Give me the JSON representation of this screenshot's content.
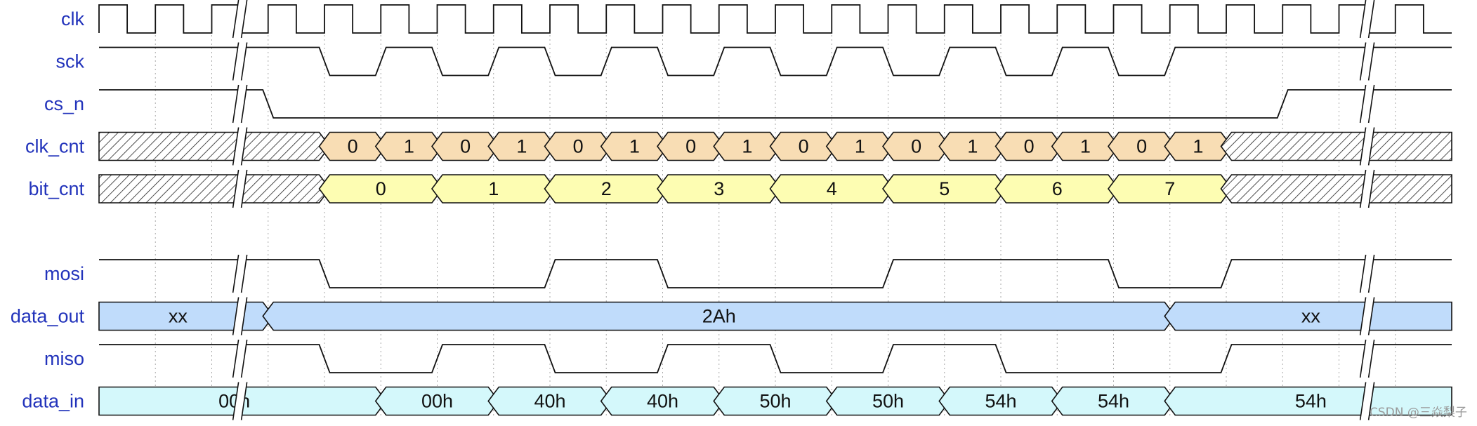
{
  "diagram": {
    "time_steps": 24,
    "break_step": 2.5,
    "break_step_end": 22.5,
    "colors": {
      "label": "#2233bb",
      "wire": "#111111",
      "grid": "#a8a8a8",
      "clk_cnt_fill": "#f8ddb4",
      "bit_cnt_fill": "#fdfdb2",
      "data_out_fill": "#c0dcfb",
      "data_in_fill": "#d4f8fb",
      "hatch_fill": "#ffffff",
      "watermark": "#9a9a9a"
    },
    "signals": [
      {
        "name": "clk",
        "type": "clock",
        "row": 0
      },
      {
        "name": "sck",
        "type": "wave",
        "row": 1,
        "start": 1,
        "edges": [
          4,
          5,
          6,
          7,
          8,
          9,
          10,
          11,
          12,
          13,
          14,
          15,
          16,
          17,
          18,
          19
        ]
      },
      {
        "name": "cs_n",
        "type": "wave",
        "row": 2,
        "start": 1,
        "edges": [
          3,
          21
        ]
      },
      {
        "name": "clk_cnt",
        "type": "bus",
        "row": 3,
        "fill": "clk_cnt_fill",
        "segments": [
          {
            "from": 0,
            "to": 4,
            "hatch": true
          },
          {
            "from": 4,
            "to": 5,
            "label": "0"
          },
          {
            "from": 5,
            "to": 6,
            "label": "1"
          },
          {
            "from": 6,
            "to": 7,
            "label": "0"
          },
          {
            "from": 7,
            "to": 8,
            "label": "1"
          },
          {
            "from": 8,
            "to": 9,
            "label": "0"
          },
          {
            "from": 9,
            "to": 10,
            "label": "1"
          },
          {
            "from": 10,
            "to": 11,
            "label": "0"
          },
          {
            "from": 11,
            "to": 12,
            "label": "1"
          },
          {
            "from": 12,
            "to": 13,
            "label": "0"
          },
          {
            "from": 13,
            "to": 14,
            "label": "1"
          },
          {
            "from": 14,
            "to": 15,
            "label": "0"
          },
          {
            "from": 15,
            "to": 16,
            "label": "1"
          },
          {
            "from": 16,
            "to": 17,
            "label": "0"
          },
          {
            "from": 17,
            "to": 18,
            "label": "1"
          },
          {
            "from": 18,
            "to": 19,
            "label": "0"
          },
          {
            "from": 19,
            "to": 20,
            "label": "1"
          },
          {
            "from": 20,
            "to": 24,
            "hatch": true
          }
        ]
      },
      {
        "name": "bit_cnt",
        "type": "bus",
        "row": 4,
        "fill": "bit_cnt_fill",
        "segments": [
          {
            "from": 0,
            "to": 4,
            "hatch": true
          },
          {
            "from": 4,
            "to": 6,
            "label": "0"
          },
          {
            "from": 6,
            "to": 8,
            "label": "1"
          },
          {
            "from": 8,
            "to": 10,
            "label": "2"
          },
          {
            "from": 10,
            "to": 12,
            "label": "3"
          },
          {
            "from": 12,
            "to": 14,
            "label": "4"
          },
          {
            "from": 14,
            "to": 16,
            "label": "5"
          },
          {
            "from": 16,
            "to": 18,
            "label": "6"
          },
          {
            "from": 18,
            "to": 20,
            "label": "7"
          },
          {
            "from": 20,
            "to": 24,
            "hatch": true
          }
        ]
      },
      {
        "name": "mosi",
        "type": "wave",
        "row": 6,
        "start": 1,
        "edges": [
          4,
          8,
          10,
          14,
          18,
          20
        ]
      },
      {
        "name": "data_out",
        "type": "bus",
        "row": 7,
        "fill": "data_out_fill",
        "segments": [
          {
            "from": 0,
            "to": 3,
            "label": "xx",
            "label_at": 1.4
          },
          {
            "from": 3,
            "to": 19,
            "label": "2Ah"
          },
          {
            "from": 19,
            "to": 24,
            "label": "xx",
            "label_at": 21.5
          }
        ]
      },
      {
        "name": "miso",
        "type": "wave",
        "row": 8,
        "start": 1,
        "edges": [
          4,
          6,
          8,
          10,
          12,
          14,
          16,
          20
        ]
      },
      {
        "name": "data_in",
        "type": "bus",
        "row": 9,
        "fill": "data_in_fill",
        "segments": [
          {
            "from": 0,
            "to": 5,
            "label": "00h",
            "label_at": 2.4
          },
          {
            "from": 5,
            "to": 7,
            "label": "00h"
          },
          {
            "from": 7,
            "to": 9,
            "label": "40h"
          },
          {
            "from": 9,
            "to": 11,
            "label": "40h"
          },
          {
            "from": 11,
            "to": 13,
            "label": "50h"
          },
          {
            "from": 13,
            "to": 15,
            "label": "50h"
          },
          {
            "from": 15,
            "to": 17,
            "label": "54h"
          },
          {
            "from": 17,
            "to": 19,
            "label": "54h"
          },
          {
            "from": 19,
            "to": 24,
            "label": "54h",
            "label_at": 21.5
          }
        ]
      }
    ]
  },
  "watermark": "CSDN @三焱梨子"
}
